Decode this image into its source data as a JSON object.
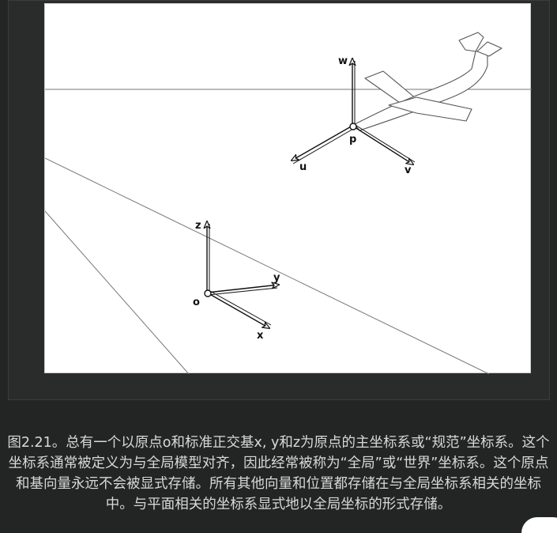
{
  "figure": {
    "labels": {
      "w": "w",
      "p": "p",
      "u": "u",
      "v": "v",
      "z": "z",
      "o": "o",
      "y": "y",
      "x": "x"
    }
  },
  "caption": {
    "text": "图2.21。总有一个以原点o和标准正交基x, y和z为原点的主坐标系或“规范”坐标系。这个坐标系通常被定义为与全局模型对齐，因此经常被称为“全局”或“世界”坐标系。这个原点和基向量永远不会被显式存储。所有其他向量和位置都存储在与全局坐标系相关的坐标中。与平面相关的坐标系显式地以全局坐标的形式存储。"
  }
}
